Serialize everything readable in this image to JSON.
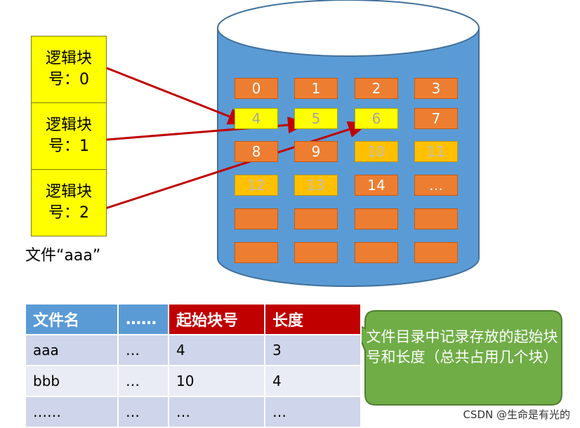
{
  "logical_blocks": [
    {
      "label": "逻辑块\n号：0"
    },
    {
      "label": "逻辑块\n号：1"
    },
    {
      "label": "逻辑块\n号：2"
    }
  ],
  "file_name_label": "文件“aaa”",
  "disk_blocks": [
    {
      "label": "0",
      "state": "free"
    },
    {
      "label": "1",
      "state": "free"
    },
    {
      "label": "2",
      "state": "free"
    },
    {
      "label": "3",
      "state": "free"
    },
    {
      "label": "4",
      "state": "file-aaa"
    },
    {
      "label": "5",
      "state": "file-aaa"
    },
    {
      "label": "6",
      "state": "file-aaa"
    },
    {
      "label": "7",
      "state": "free"
    },
    {
      "label": "8",
      "state": "free"
    },
    {
      "label": "9",
      "state": "free"
    },
    {
      "label": "10",
      "state": "file-bbb"
    },
    {
      "label": "11",
      "state": "file-bbb"
    },
    {
      "label": "12",
      "state": "file-bbb"
    },
    {
      "label": "13",
      "state": "file-bbb"
    },
    {
      "label": "14",
      "state": "free"
    },
    {
      "label": "…",
      "state": "free"
    },
    {
      "label": "",
      "state": "free"
    },
    {
      "label": "",
      "state": "free"
    },
    {
      "label": "",
      "state": "free"
    },
    {
      "label": "",
      "state": "free"
    },
    {
      "label": "",
      "state": "free"
    },
    {
      "label": "",
      "state": "free"
    },
    {
      "label": "",
      "state": "free"
    },
    {
      "label": "",
      "state": "free"
    }
  ],
  "mappings": [
    {
      "from_logical": 0,
      "to_block": 4
    },
    {
      "from_logical": 1,
      "to_block": 5
    },
    {
      "from_logical": 2,
      "to_block": 6
    }
  ],
  "directory_table": {
    "headers": [
      "文件名",
      "……",
      "起始块号",
      "长度"
    ],
    "rows": [
      [
        "aaa",
        "…",
        "4",
        "3"
      ],
      [
        "bbb",
        "…",
        "10",
        "4"
      ],
      [
        "……",
        "…",
        "…",
        "…"
      ]
    ]
  },
  "callout": {
    "text": "文件目录中记录存放的起始块号和长度（总共占用几个块）"
  },
  "colors": {
    "disk": "#5b9bd5",
    "free_block": "#ed7d31",
    "allocated_aaa": "#ffff00",
    "allocated_bbb": "#ffc000",
    "arrow": "#c00000",
    "callout": "#70ad47"
  },
  "watermark": "CSDN @生命是有光的"
}
